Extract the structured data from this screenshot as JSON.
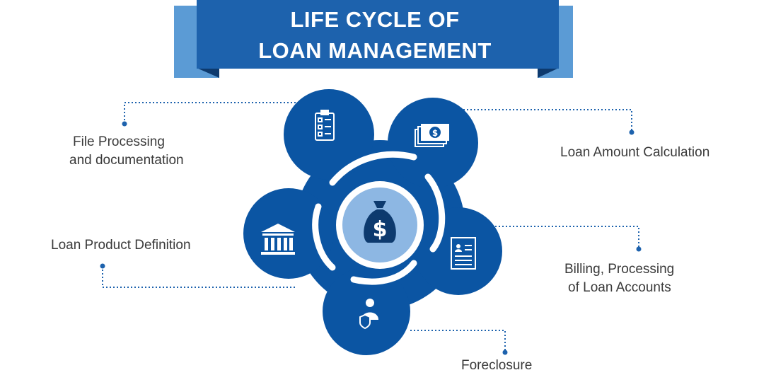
{
  "banner": {
    "title_line1": "LIFE CYCLE OF",
    "title_line2": "LOAN MANAGEMENT"
  },
  "colors": {
    "banner_main": "#1d62ad",
    "banner_side": "#5b9bd5",
    "banner_fold": "#0d3a6e",
    "petal": "#0b55a3",
    "center_ring": "#ffffff",
    "center_fill": "#8db7e3",
    "connector": "#1d62ad",
    "label_text": "#3a3a3a"
  },
  "stages": [
    {
      "label_line1": "File Processing",
      "label_line2": "and documentation",
      "icon": "checklist-icon"
    },
    {
      "label_line1": "Loan Amount Calculation",
      "label_line2": "",
      "icon": "money-stack-icon"
    },
    {
      "label_line1": "Billing, Processing",
      "label_line2": "of Loan Accounts",
      "icon": "document-id-icon"
    },
    {
      "label_line1": "Foreclosure",
      "label_line2": "",
      "icon": "person-shield-icon"
    },
    {
      "label_line1": "Loan Product Definition",
      "label_line2": "",
      "icon": "bank-building-icon"
    }
  ],
  "center": {
    "icon": "money-bag-icon",
    "symbol": "$"
  },
  "money_stack_symbol": "$"
}
